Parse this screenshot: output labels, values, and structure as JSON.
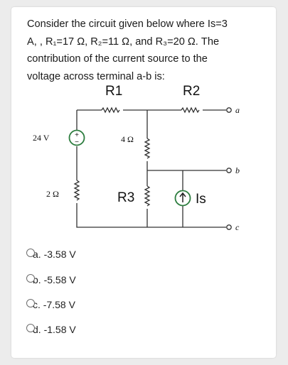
{
  "question": {
    "lines": [
      "Consider the circuit given below where Is=3",
      "A, , R₁=17 Ω, R₂=11 Ω, and R₃=20 Ω. The",
      "contribution of the current source to the",
      "voltage across terminal a-b is:"
    ]
  },
  "circuit": {
    "r1_label": "R1",
    "r2_label": "R2",
    "r3_label": "R3",
    "is_label": "Is",
    "source_voltage": "24 V",
    "res_4": "4 Ω",
    "res_2": "2 Ω",
    "node_a": "a",
    "node_b": "b",
    "node_c": "c",
    "source_sign": "+",
    "source_sign_minus": "−"
  },
  "options": [
    {
      "label": "a. -3.58 V"
    },
    {
      "label": "b. -5.58 V"
    },
    {
      "label": "c. -7.58 V"
    },
    {
      "label": "d. -1.58 V"
    }
  ]
}
